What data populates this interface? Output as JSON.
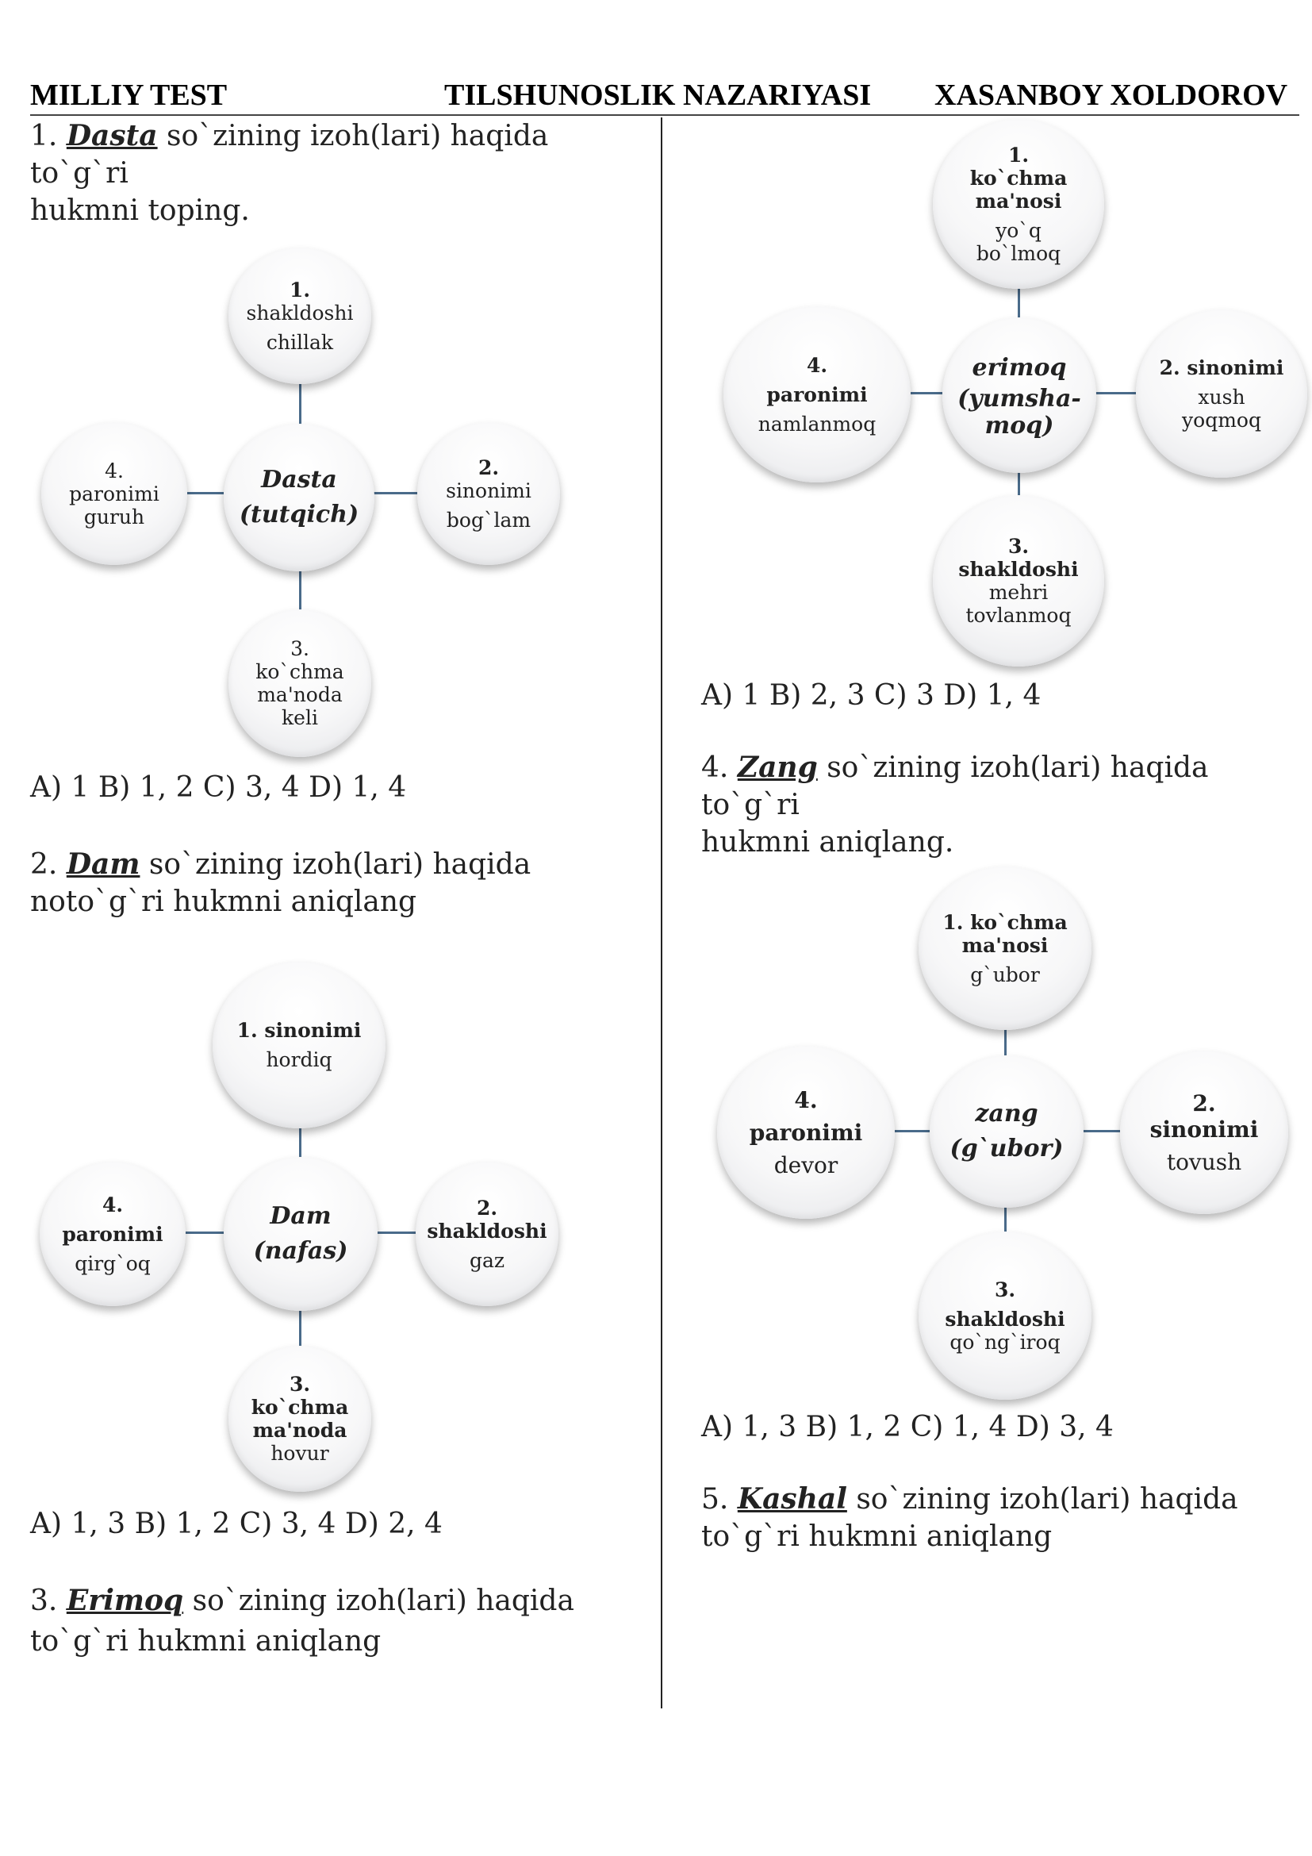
{
  "header": {
    "left": "MILLIY TEST",
    "center": "TILSHUNOSLIK NAZARIYASI",
    "right": "XASANBOY XOLDOROV"
  },
  "questions": [
    {
      "number": "1.",
      "word": "Dasta",
      "text1": " so`zining izoh(lari) haqida to`g`ri",
      "text2": "hukmni toping.",
      "diagram": {
        "center": [
          "Dasta",
          "(tutqich)"
        ],
        "top": {
          "label": "1.",
          "lines": [
            "shakldoshi",
            "chillak"
          ]
        },
        "right": {
          "label": "2.",
          "lines": [
            "sinonimi",
            "bog`lam"
          ]
        },
        "bottom": {
          "label": "3.",
          "lines": [
            "ko`chma",
            "ma'noda",
            "keli"
          ]
        },
        "left": {
          "label": "4.",
          "lines": [
            "paronimi",
            "guruh"
          ]
        }
      },
      "answers": "A) 1  B) 1, 2 C) 3, 4 D) 1, 4"
    },
    {
      "number": "2.",
      "word": "Dam",
      "text1": " so`zining izoh(lari) haqida",
      "text2": "noto`g`ri hukmni aniqlang",
      "diagram": {
        "center": [
          "Dam",
          "(nafas)"
        ],
        "top": {
          "label": "1. sinonimi",
          "lines": [
            "hordiq"
          ]
        },
        "right": {
          "label": "2.",
          "label2": "shakldoshi",
          "lines": [
            "gaz"
          ]
        },
        "bottom": {
          "label": "3.",
          "label2": "ko`chma",
          "label3": "ma'noda",
          "lines": [
            "hovur"
          ]
        },
        "left": {
          "label": "4.",
          "label2": "paronimi",
          "lines": [
            "qirg`oq"
          ]
        }
      },
      "answers": "A) 1, 3  B) 1, 2 C) 3, 4 D) 2, 4"
    },
    {
      "number": "3.",
      "word": "Erimoq",
      "text1": " so`zining izoh(lari) haqida",
      "text2": "to`g`ri hukmni aniqlang",
      "diagram": {
        "center": [
          "erimoq",
          "(yumsha-",
          "moq)"
        ],
        "top": {
          "label": "1.",
          "label2": "ko`chma",
          "label3": "ma'nosi",
          "lines": [
            "yo`q",
            "bo`lmoq"
          ]
        },
        "right": {
          "label": "2. sinonimi",
          "lines": [
            "xush",
            "yoqmoq"
          ]
        },
        "bottom": {
          "label": "3.",
          "label2": "shakldoshi",
          "lines": [
            "mehri",
            "tovlanmoq"
          ]
        },
        "left": {
          "label": "4.",
          "label2": "paronimi",
          "lines": [
            "namlanmoq"
          ]
        }
      },
      "answers": "A) 1  B) 2, 3 C) 3  D) 1, 4"
    },
    {
      "number": "4.",
      "word": "Zang",
      "text1": " so`zining izoh(lari) haqida to`g`ri",
      "text2": "hukmni aniqlang.",
      "diagram": {
        "center": [
          "zang",
          "(g`ubor)"
        ],
        "top": {
          "label": "1. ko`chma",
          "label2": "ma'nosi",
          "lines": [
            "g`ubor"
          ]
        },
        "right": {
          "label": "2.",
          "label2": "sinonimi",
          "lines": [
            "tovush"
          ]
        },
        "bottom": {
          "label": "3.",
          "label2": "shakldoshi",
          "lines": [
            "qo`ng`iroq"
          ]
        },
        "left": {
          "label": "4.",
          "label2": "paronimi",
          "lines": [
            "devor"
          ]
        }
      },
      "answers": "A) 1, 3  B) 1, 2 C) 1, 4 D) 3, 4"
    },
    {
      "number": "5.",
      "word": "Kashal",
      "text1": " so`zining izoh(lari) haqida",
      "text2": "to`g`ri hukmni aniqlang"
    }
  ]
}
